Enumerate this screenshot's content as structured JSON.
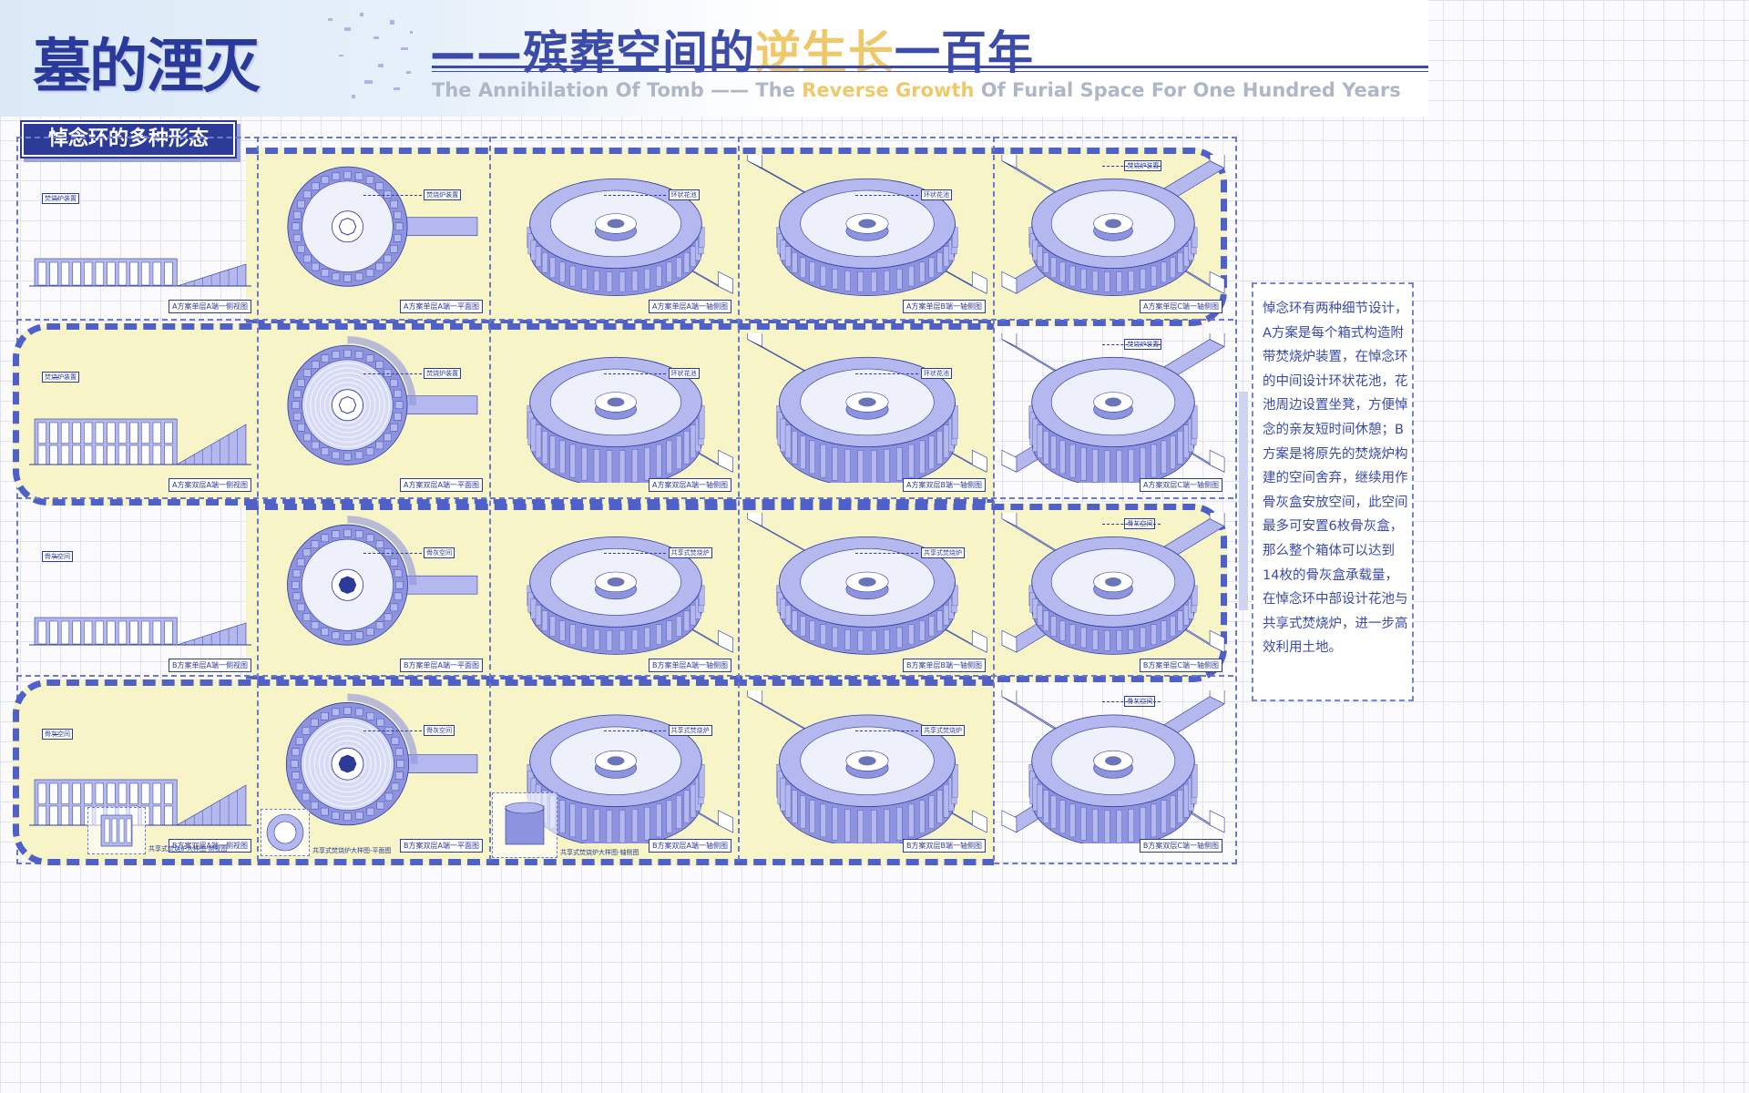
{
  "header": {
    "title_main": "墓的湮灭",
    "title_sub_prefix": "——殡葬空间的",
    "title_sub_highlight": "逆生长",
    "title_sub_suffix": "一百年",
    "title_en_prefix": "The Annihilation Of Tomb —— The",
    "title_en_highlight": "Reverse Growth",
    "title_en_suffix": "Of Furial Space For One Hundred Years"
  },
  "section_label": "悼念环的多种形态",
  "colors": {
    "primary": "#2c3a98",
    "accent_yellow": "#efc86a",
    "drawing_fill": "#b4b8ee",
    "drawing_dark": "#8e93e0",
    "band_fill": "#f7f5c8"
  },
  "notes": {
    "furnace_device": "焚烧炉装置",
    "ring_flower": "环状花池",
    "ash_space": "骨灰空间",
    "shared_furnace": "共享式焚烧炉"
  },
  "rows": [
    {
      "captions": [
        "A方案单层A端一侧视图",
        "A方案单层A端一平面图",
        "A方案单层A端一轴侧图",
        "A方案单层B端一轴侧图",
        "A方案单层C端一轴侧图"
      ]
    },
    {
      "captions": [
        "A方案双层A端一侧视图",
        "A方案双层A端一平面图",
        "A方案双层A端一轴侧图",
        "A方案双层B端一轴侧图",
        "A方案双层C端一轴侧图"
      ]
    },
    {
      "captions": [
        "B方案单层A端一侧视图",
        "B方案单层A端一平面图",
        "B方案单层A端一轴侧图",
        "B方案单层B端一轴侧图",
        "B方案单层C端一轴侧图"
      ]
    },
    {
      "captions": [
        "B方案双层A端一侧视图",
        "B方案双层A端一平面图",
        "B方案双层A端一轴侧图",
        "B方案双层B端一轴侧图",
        "B方案双层C端一轴侧图"
      ]
    }
  ],
  "insets": {
    "elevation": "共享式焚烧炉大样图-侧视图",
    "plan": "共享式焚烧炉大样图-平面图",
    "axon": "共享式焚烧炉大样图-轴侧图"
  },
  "description": "悼念环有两种细节设计，A方案是每个箱式构造附带焚烧炉装置，在悼念环的中间设计环状花池，花池周边设置坐凳，方便悼念的亲友短时间休憩；B方案是将原先的焚烧炉构建的空间舍弃，继续用作骨灰盒安放空间，此空间最多可安置6枚骨灰盒，那么整个箱体可以达到14枚的骨灰盒承载量，在悼念环中部设计花池与共享式焚烧炉，进一步高效利用土地。"
}
